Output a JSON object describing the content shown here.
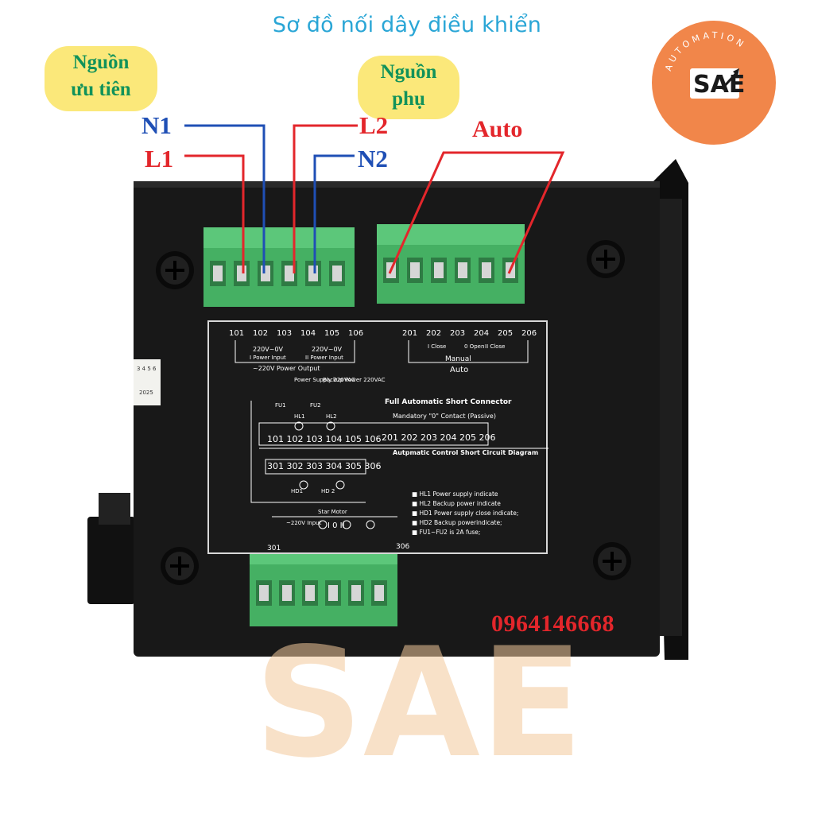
{
  "title": "Sơ đồ nối dây điều khiển",
  "primary_source": {
    "line1": "Nguồn",
    "line2": "ưu tiên"
  },
  "backup_source": {
    "line1": "Nguồn",
    "line2": "phụ"
  },
  "wires": {
    "n1": "N1",
    "l1": "L1",
    "l2": "L2",
    "n2": "N2",
    "auto": "Auto"
  },
  "colors": {
    "blue_wire": "#1f4fb5",
    "red_wire": "#e3262b",
    "terminal_green": "#49b86a",
    "panel": "#181818"
  },
  "logo": {
    "ring_text": "AUTOMATION",
    "mark": "SAE"
  },
  "phone": "0964146668",
  "label_sticker": {
    "year": "2025",
    "digits": "3 4 5 6"
  },
  "panel": {
    "top_numbers_left": [
      "101",
      "102",
      "103",
      "104",
      "105",
      "106"
    ],
    "top_numbers_right": [
      "201",
      "202",
      "203",
      "204",
      "205",
      "206"
    ],
    "power_input_1": "220V~0V",
    "power_input_1_sub": "I  Power Input",
    "power_input_2": "220V~0V",
    "power_input_2_sub": "II  Power Input",
    "power_output": "~220V   Power Output",
    "close_1": "I Close",
    "open": "0 Open",
    "close_2": "II Close",
    "manual": "Manual",
    "auto": "Auto",
    "power_supply": "Power Supply\n220VAC",
    "backup_power": "Backup Power\n220VAC",
    "full_auto": "Full Automatic Short Connector",
    "mandatory": "Mandatory \"0\" Contact (Passive)",
    "short_circuit": "Autpmatic Control Short Circuit Diagram",
    "fu1": "FU1",
    "fu2": "FU2",
    "hl1": "HL1",
    "hl2": "HL2",
    "hd1": "HD1",
    "hd2": "HD 2",
    "row_1xx": "101 102 103 104 105 106",
    "row_2xx": "201 202 203 204 205 206",
    "row_3xx": "301 302 303 304 305 306",
    "legend": [
      "HL1 Power supply indicate",
      "HL2 Backup power  indicate",
      "HD1 Power supply close indicate;",
      "HD2 Backup powerindicate;",
      "FU1~FU2  is 2A fuse;"
    ],
    "star_motor": "Star Motor",
    "input_220": "~220V Input",
    "bottom_marks": "I   0   II",
    "bottom_left_num": "301",
    "bottom_right_num": "306"
  }
}
